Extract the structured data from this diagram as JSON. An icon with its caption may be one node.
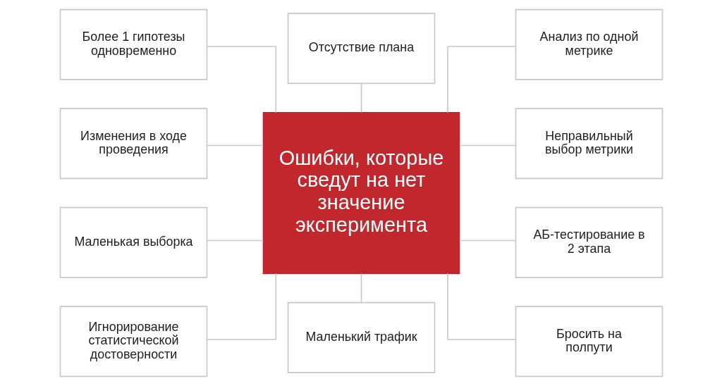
{
  "diagram": {
    "nodes": [
      {
        "text": [
          "Более 1 гипотезы одновременно"
        ]
      },
      {
        "text": [
          "Отсутствие плана"
        ]
      },
      {
        "text": [
          "Анализ по одной метрике"
        ]
      },
      {
        "text": [
          "Изменения в ходе проведения"
        ]
      },
      {
        "text": [
          "Ошибки, которые сведут на нет значение эксперимента"
        ]
      },
      {
        "text": [
          "Неправильный выбор метрики"
        ]
      },
      {
        "text": [
          "Маленькая выборка"
        ]
      },
      {
        "text": [
          "АБ-тестирование в 2 этапа"
        ]
      },
      {
        "text": [
          "Игнорирование статистической достоверности"
        ]
      },
      {
        "text": [
          "Маленький трафик"
        ]
      },
      {
        "text": [
          "Бросить на полпути"
        ]
      }
    ],
    "edges": [
      {
        "from": 0,
        "to": 4,
        "arrow": "none"
      },
      {
        "from": 3,
        "to": 4,
        "arrow": "none"
      },
      {
        "from": 6,
        "to": 4,
        "arrow": "none"
      },
      {
        "from": 8,
        "to": 4,
        "arrow": "none"
      },
      {
        "from": 1,
        "to": 4,
        "arrow": "none"
      },
      {
        "from": 4,
        "to": 9,
        "arrow": "none"
      },
      {
        "from": 4,
        "to": 2,
        "arrow": "none"
      },
      {
        "from": 4,
        "to": 5,
        "arrow": "none"
      },
      {
        "from": 4,
        "to": 7,
        "arrow": "none"
      },
      {
        "from": 4,
        "to": 10,
        "arrow": "none"
      }
    ]
  }
}
